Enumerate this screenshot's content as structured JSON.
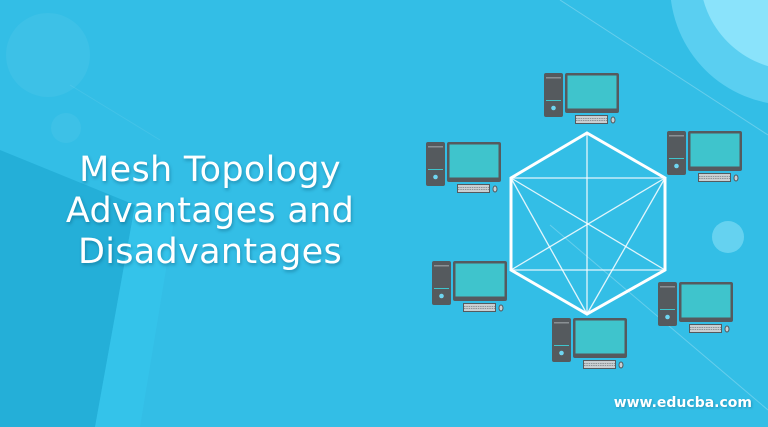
{
  "banner": {
    "title_lines": [
      "Mesh Topology",
      "Advantages and",
      "Disadvantages"
    ],
    "site_url": "www.educba.com"
  },
  "colors": {
    "background": "#33bee6",
    "background_dark_panel": "#22acd6",
    "circle_outer": "#5ad0f2",
    "circle_inner": "#8ae3fb",
    "monitor_screen": "#3fc4cc",
    "device_body": "#555a5e",
    "hexagon_stroke": "#ffffff"
  },
  "diagram": {
    "type": "mesh-topology",
    "node_count": 6,
    "nodes": [
      {
        "id": "computer-top",
        "icon": "desktop-computer-icon"
      },
      {
        "id": "computer-upper-left",
        "icon": "desktop-computer-icon"
      },
      {
        "id": "computer-upper-right",
        "icon": "desktop-computer-icon"
      },
      {
        "id": "computer-lower-left",
        "icon": "desktop-computer-icon"
      },
      {
        "id": "computer-lower-right",
        "icon": "desktop-computer-icon"
      },
      {
        "id": "computer-bottom",
        "icon": "desktop-computer-icon"
      }
    ]
  }
}
